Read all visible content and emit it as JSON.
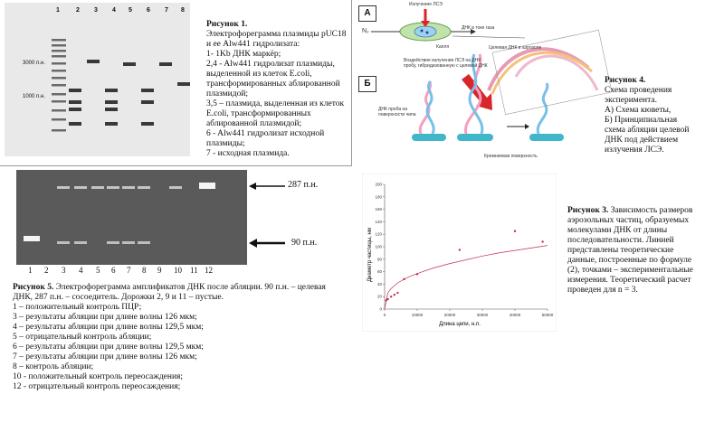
{
  "fig1": {
    "lane_numbers": [
      "1",
      "2",
      "3",
      "4",
      "5",
      "6",
      "7",
      "8"
    ],
    "marker_labels": [
      "3000 п.н.",
      "1000 п.н."
    ],
    "title": "Рисунок 1.",
    "lines": [
      "Электрофореграмма плазмиды pUC18",
      "и ее Alw441 гидролизата:",
      "1- 1Kb ДНК маркёр;",
      "2,4 - Alw441 гидролизат плазмиды,",
      "выделенной из клеток E.coli,",
      "трансформированных аблированной",
      "плазмидой;",
      "3,5 – плазмида, выделенная из клеток",
      "E.coli, трансформированных",
      "аблированной плазмидой;",
      "6 - Alw441 гидролизат исходной",
      "плазмиды;",
      "7 - исходная плазмида."
    ]
  },
  "fig4": {
    "panel_a": "А",
    "panel_b": "Б",
    "labels": {
      "laser": "Излучение ЛСЭ",
      "n2": "N₂",
      "flow": "ДНК в токе газа",
      "target": "Целевая ДНК в аэрозоле",
      "shell": "Капля",
      "probe_note": "Воздействие излучения ЛСЭ на ДНК пробу, гибридизованную с целевой ДНК",
      "probe": "ДНК проба на поверхности чипа",
      "surface": "Кремниевая поверхность"
    },
    "title": "Рисунок 4.",
    "lines": [
      "Схема проведения",
      "эксперимента.",
      "А) Схема кюветы,",
      "Б) Принципиальная",
      "схема абляции целевой",
      "ДНК под действием",
      "излучения ЛСЭ."
    ]
  },
  "fig5": {
    "band_labels": [
      "287 п.н.",
      "90 п.н."
    ],
    "lane_numbers": [
      "1",
      "2",
      "3",
      "4",
      "5",
      "6",
      "7",
      "8",
      "9",
      "10",
      "11",
      "12"
    ],
    "title": "Рисунок 5.",
    "lines": [
      "Электрофореграмма амплификатов ДНК после абляции. 90 п.н. – целевая",
      "ДНК, 287 п.н. – сосоедитель. Дорожки 2, 9 и 11 – пустые.",
      "1 – положительный контроль ПЦР;",
      "3 – результаты абляции при длине волны 126 мкм;",
      "4 – результаты абляции при длине волны 129,5 мкм;",
      "5 – отрицательный контроль абляции;",
      "6 – результаты абляции при длине волны 129,5 мкм;",
      "7 – результаты абляции при длине волны 126 мкм;",
      "8 – контроль абляции;",
      "10 - положительный контроль переосаждения;",
      "12 - отрицательный контроль переосаждения;"
    ]
  },
  "fig3": {
    "title": "Рисунок 3.",
    "lines": [
      "Зависимость размеров",
      "аэрозольных частиц, образуемых",
      "молекулами ДНК от длины",
      "последовательности. Линией",
      "представлены теоретические",
      "данные, построенные по формуле",
      "(2), точками – экспериментальные",
      "измерения. Теоретический расчет",
      "проведен для n = 3."
    ]
  },
  "chart_data": {
    "type": "scatter",
    "xlabel": "Длина цепи, н.п.",
    "ylabel": "Диаметр частицы, нм",
    "xlim": [
      0,
      50000
    ],
    "ylim": [
      0,
      200
    ],
    "x_ticks": [
      0,
      10000,
      20000,
      30000,
      40000,
      50000
    ],
    "y_ticks": [
      0,
      20,
      40,
      60,
      80,
      100,
      120,
      140,
      160,
      180,
      200
    ],
    "series": [
      {
        "kind": "points",
        "color": "#c0304a",
        "x": [
          500,
          1000,
          2000,
          3000,
          4000,
          6000,
          10000,
          23000,
          40000,
          48500
        ],
        "y": [
          14,
          16,
          20,
          23,
          26,
          48,
          56,
          95,
          125,
          108
        ]
      },
      {
        "kind": "line",
        "color": "#c0304a",
        "x": [
          0,
          1000,
          2000,
          4000,
          6000,
          8000,
          10000,
          15000,
          20000,
          25000,
          30000,
          35000,
          40000,
          45000,
          50000
        ],
        "y": [
          0,
          26,
          33,
          42,
          48,
          53,
          57,
          66,
          73,
          79,
          85,
          90,
          94,
          98,
          102
        ]
      }
    ],
    "grid": false,
    "accent_color": "#c0304a"
  }
}
